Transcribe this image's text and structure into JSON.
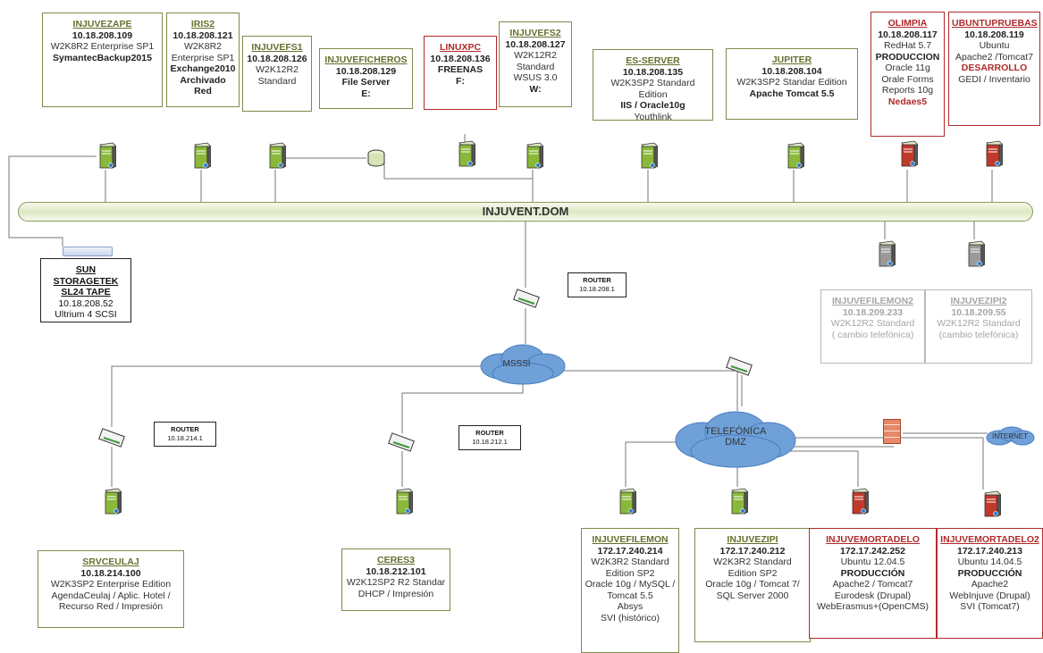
{
  "domain_name": "INJUVENT.DOM",
  "networks": {
    "msssi": "MSSSI",
    "telefonica": [
      "TELEFÓNICA",
      "DMZ"
    ],
    "internet": "INTERNET"
  },
  "routers": [
    {
      "id": "r1",
      "title": "ROUTER",
      "ip": "10.18.208.1"
    },
    {
      "id": "r2",
      "title": "ROUTER",
      "ip": "10.18.214.1"
    },
    {
      "id": "r3",
      "title": "ROUTER",
      "ip": "10.18.212.1"
    }
  ],
  "servers": [
    {
      "id": "injuvezape",
      "style": "green",
      "lines": [
        {
          "t": "INJUVEZAPE",
          "k": "ttl"
        },
        {
          "t": "10.18.208.109",
          "k": "b"
        },
        {
          "t": "W2K8R2 Enterprise SP1",
          "k": "n"
        },
        {
          "t": "SymantecBackup2015",
          "k": "b"
        }
      ]
    },
    {
      "id": "iris2",
      "style": "green",
      "lines": [
        {
          "t": "IRIS2",
          "k": "ttl"
        },
        {
          "t": "10.18.208.121",
          "k": "b"
        },
        {
          "t": "W2K8R2",
          "k": "n"
        },
        {
          "t": "Enterprise SP1",
          "k": "n"
        },
        {
          "t": "Exchange2010",
          "k": "b"
        },
        {
          "t": "Archivado Red",
          "k": "b"
        }
      ]
    },
    {
      "id": "injuvefs1",
      "style": "green",
      "lines": [
        {
          "t": "INJUVEFS1",
          "k": "ttl"
        },
        {
          "t": "10.18.208.126",
          "k": "b"
        },
        {
          "t": "W2K12R2",
          "k": "n"
        },
        {
          "t": "Standard",
          "k": "n"
        }
      ]
    },
    {
      "id": "injuveficheros",
      "style": "green",
      "lines": [
        {
          "t": "INJUVEFICHEROS",
          "k": "ttl"
        },
        {
          "t": "10.18.208.129",
          "k": "b"
        },
        {
          "t": "File Server",
          "k": "b"
        },
        {
          "t": "E:",
          "k": "b"
        }
      ]
    },
    {
      "id": "linuxpc",
      "style": "red",
      "lines": [
        {
          "t": "LINUXPC",
          "k": "ttl"
        },
        {
          "t": "10.18.208.136",
          "k": "b"
        },
        {
          "t": "FREENAS",
          "k": "b"
        },
        {
          "t": "F:",
          "k": "b"
        }
      ]
    },
    {
      "id": "injuvefs2",
      "style": "green",
      "lines": [
        {
          "t": "INJUVEFS2",
          "k": "ttl"
        },
        {
          "t": "10.18.208.127",
          "k": "b"
        },
        {
          "t": "W2K12R2",
          "k": "n"
        },
        {
          "t": "Standard",
          "k": "n"
        },
        {
          "t": "WSUS 3.0",
          "k": "n"
        },
        {
          "t": "W:",
          "k": "b"
        }
      ]
    },
    {
      "id": "es-server",
      "style": "green",
      "lines": [
        {
          "t": "ES-SERVER",
          "k": "ttl"
        },
        {
          "t": "10.18.208.135",
          "k": "b"
        },
        {
          "t": "W2K3SP2 Standard Edition",
          "k": "n"
        },
        {
          "t": "IIS / Oracle10g",
          "k": "b"
        },
        {
          "t": "Youthlink",
          "k": "n"
        }
      ]
    },
    {
      "id": "jupiter",
      "style": "green",
      "lines": [
        {
          "t": "JUPITER",
          "k": "ttl"
        },
        {
          "t": "10.18.208.104",
          "k": "b"
        },
        {
          "t": "W2K3SP2 Standar Edition",
          "k": "n"
        },
        {
          "t": "Apache Tomcat 5.5",
          "k": "b"
        }
      ]
    },
    {
      "id": "olimpia",
      "style": "red",
      "lines": [
        {
          "t": "OLIMPIA",
          "k": "ttl"
        },
        {
          "t": "10.18.208.117",
          "k": "b"
        },
        {
          "t": "RedHat 5.7",
          "k": "n"
        },
        {
          "t": "PRODUCCION",
          "k": "b"
        },
        {
          "t": "Oracle 11g",
          "k": "n"
        },
        {
          "t": "Orale Forms",
          "k": "n"
        },
        {
          "t": "Reports 10g",
          "k": "n"
        },
        {
          "t": "Nedaes5",
          "k": "rb"
        }
      ]
    },
    {
      "id": "ubuntupruebas",
      "style": "red",
      "lines": [
        {
          "t": "UBUNTUPRUEBAS",
          "k": "ttl"
        },
        {
          "t": "10.18.208.119",
          "k": "b"
        },
        {
          "t": "Ubuntu",
          "k": "n"
        },
        {
          "t": "Apache2 /Tomcat7",
          "k": "n"
        },
        {
          "t": "DESARROLLO",
          "k": "rb"
        },
        {
          "t": "GEDI / Inventario",
          "k": "n"
        }
      ]
    },
    {
      "id": "sun-storagetek",
      "style": "black",
      "lines": [
        {
          "t": "SUN STORAGETEK",
          "k": "ttl"
        },
        {
          "t": "SL24 TAPE",
          "k": "ttl"
        },
        {
          "t": "10.18.208.52",
          "k": "n"
        },
        {
          "t": "Ultrium 4 SCSI",
          "k": "n"
        }
      ]
    },
    {
      "id": "injuvefilemon2",
      "style": "gray",
      "lines": [
        {
          "t": "INJUVEFILEMON2",
          "k": "ttl"
        },
        {
          "t": "10.18.209.233",
          "k": "b"
        },
        {
          "t": "W2K12R2 Standard",
          "k": "n"
        },
        {
          "t": "( cambio telefónica)",
          "k": "n"
        }
      ]
    },
    {
      "id": "injuvezipi2",
      "style": "gray",
      "lines": [
        {
          "t": "INJUVEZIPI2",
          "k": "ttl"
        },
        {
          "t": "10.18.209.55",
          "k": "b"
        },
        {
          "t": "W2K12R2 Standard",
          "k": "n"
        },
        {
          "t": "(cambio telefónica)",
          "k": "n"
        }
      ]
    },
    {
      "id": "srvceulaj",
      "style": "green",
      "lines": [
        {
          "t": "SRVCEULAJ",
          "k": "ttl"
        },
        {
          "t": "10.18.214.100",
          "k": "b"
        },
        {
          "t": "W2K3SP2 Enterprise Edition",
          "k": "n"
        },
        {
          "t": "AgendaCeulaj / Aplic. Hotel /",
          "k": "n"
        },
        {
          "t": "Recurso Red / Impresión",
          "k": "n"
        }
      ]
    },
    {
      "id": "ceres3",
      "style": "green",
      "lines": [
        {
          "t": "CERES3",
          "k": "ttl"
        },
        {
          "t": "10.18.212.101",
          "k": "b"
        },
        {
          "t": "W2K12SP2 R2 Standar",
          "k": "n"
        },
        {
          "t": "DHCP / Impresión",
          "k": "n"
        }
      ]
    },
    {
      "id": "injuvefilemon",
      "style": "green",
      "lines": [
        {
          "t": "INJUVEFILEMON",
          "k": "ttl"
        },
        {
          "t": "172.17.240.214",
          "k": "b"
        },
        {
          "t": "W2K3R2 Standard",
          "k": "n"
        },
        {
          "t": "Edition SP2",
          "k": "n"
        },
        {
          "t": "Oracle 10g / MySQL /",
          "k": "n"
        },
        {
          "t": "Tomcat 5.5",
          "k": "n"
        },
        {
          "t": "Absys",
          "k": "n"
        },
        {
          "t": "SVI (histórico)",
          "k": "n"
        }
      ]
    },
    {
      "id": "injuvezipi",
      "style": "green",
      "lines": [
        {
          "t": "INJUVEZIPI",
          "k": "ttl"
        },
        {
          "t": "172.17.240.212",
          "k": "b"
        },
        {
          "t": "W2K3R2 Standard",
          "k": "n"
        },
        {
          "t": "Edition SP2",
          "k": "n"
        },
        {
          "t": "Oracle 10g / Tomcat 7/",
          "k": "n"
        },
        {
          "t": "SQL Server 2000",
          "k": "n"
        }
      ]
    },
    {
      "id": "injuvemortadelo",
      "style": "red",
      "lines": [
        {
          "t": "INJUVEMORTADELO",
          "k": "ttl"
        },
        {
          "t": "172.17.242.252",
          "k": "b"
        },
        {
          "t": "Ubuntu 12.04.5",
          "k": "n"
        },
        {
          "t": "PRODUCCIÓN",
          "k": "b"
        },
        {
          "t": "Apache2 / Tomcat7",
          "k": "n"
        },
        {
          "t": "Eurodesk (Drupal)",
          "k": "n"
        },
        {
          "t": "WebErasmus+(OpenCMS)",
          "k": "n"
        }
      ]
    },
    {
      "id": "injuvemortadelo2",
      "style": "red",
      "lines": [
        {
          "t": "INJUVEMORTADELO2",
          "k": "ttl"
        },
        {
          "t": "172.17.240.213",
          "k": "b"
        },
        {
          "t": "Ubuntu 14.04.5",
          "k": "n"
        },
        {
          "t": "PRODUCCIÓN",
          "k": "b"
        },
        {
          "t": "Apache2",
          "k": "n"
        },
        {
          "t": "WebInjuve (Drupal)",
          "k": "n"
        },
        {
          "t": "SVI (Tomcat7)",
          "k": "n"
        }
      ]
    }
  ],
  "colors": {
    "green_box": "#7d8c4a",
    "red_box": "#b02a2a",
    "gray_box": "#b9b9b9",
    "green_server": "#8ab83a",
    "red_server": "#c0392b",
    "gray_server": "#9a9a9a",
    "cloud": "#6fa0d8"
  }
}
